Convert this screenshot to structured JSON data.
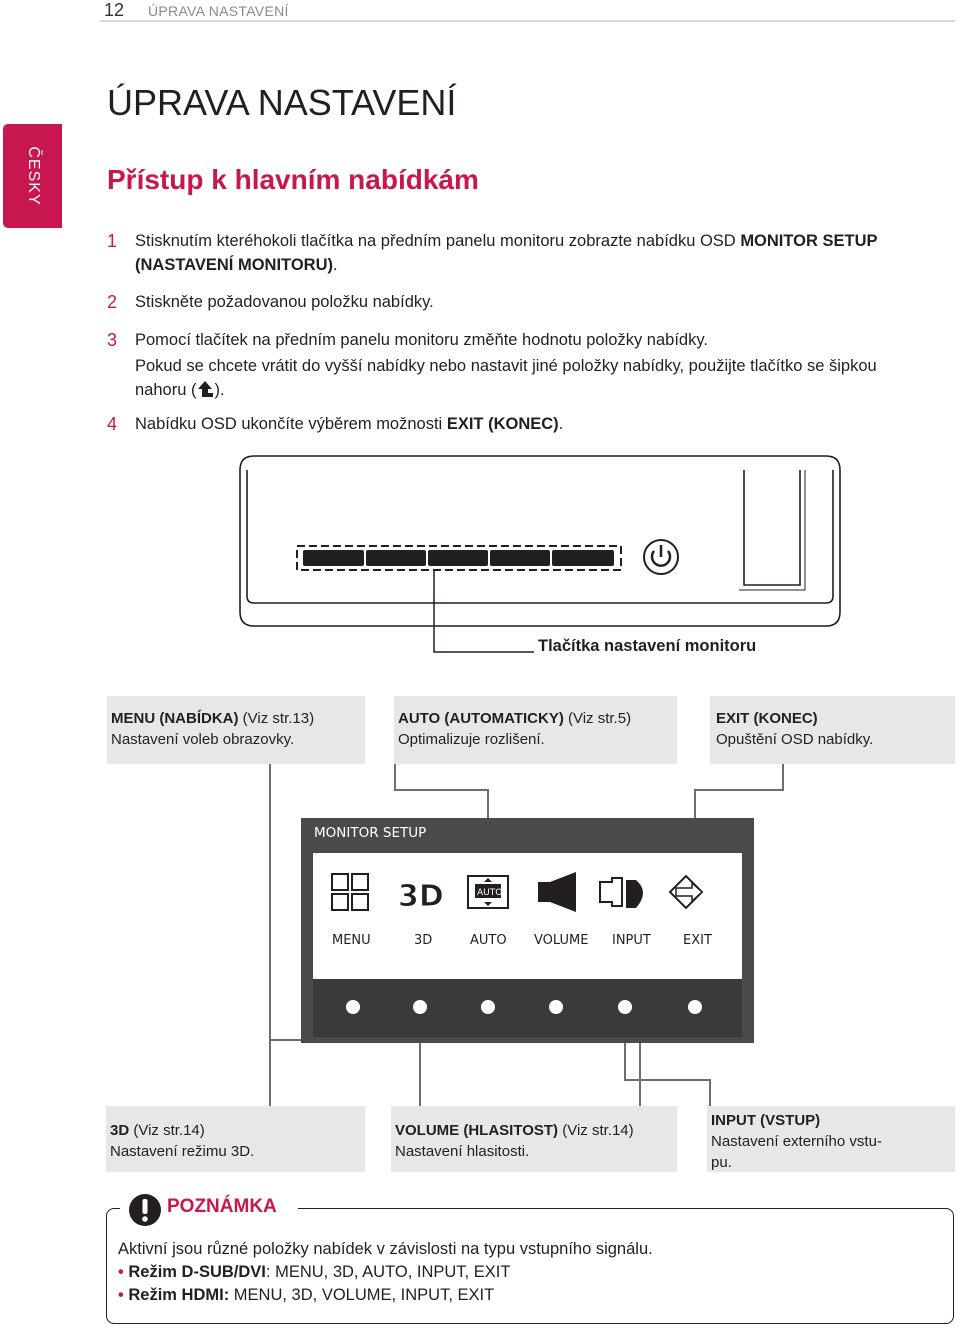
{
  "header": {
    "page_number": "12",
    "running_title": "ÚPRAVA NASTAVENÍ"
  },
  "language_tab": "ČESKY",
  "page_title": "ÚPRAVA NASTAVENÍ",
  "section_title": "Přístup k hlavním nabídkám",
  "steps": [
    {
      "num": "1",
      "text_before": "Stisknutím kteréhokoli tlačítka na předním panelu monitoru zobrazte nabídku OSD ",
      "bold": "MONITOR SETUP (NASTAVENÍ MONITORU)",
      "text_after": "."
    },
    {
      "num": "2",
      "text": "Stiskněte požadovanou položku nabídky."
    },
    {
      "num": "3",
      "text": "Pomocí tlačítek na předním panelu monitoru změňte hodnotu položky nabídky.",
      "text2": "Pokud se chcete vrátit do vyšší nabídky nebo nastavit jiné položky nabídky, použijte tlačítko se šipkou",
      "text3_before": "nahoru (",
      "text3_after": ")."
    },
    {
      "num": "4",
      "text_before": "Nabídku OSD ukončíte výběrem možnosti ",
      "bold": "EXIT (KONEC)",
      "text_after": "."
    }
  ],
  "monitor_buttons_label": "Tlačítka nastavení monitoru",
  "callouts_top": [
    {
      "title": "MENU (NABÍDKA)",
      "ref": " (Viz str.13)",
      "desc": "Nastavení voleb obrazovky."
    },
    {
      "title": "AUTO (AUTOMATICKY)",
      "ref": " (Viz str.5)",
      "desc": "Optimalizuje rozlišení."
    },
    {
      "title": "EXIT (KONEC)",
      "ref": "",
      "desc": "Opuštění OSD nabídky."
    }
  ],
  "osd": {
    "title": "MONITOR SETUP",
    "items": [
      "MENU",
      "3D",
      "AUTO",
      "VOLUME",
      "INPUT",
      "EXIT"
    ],
    "icons": [
      "menu-grid-icon",
      "3d-icon",
      "auto-icon",
      "speaker-icon",
      "input-connector-icon",
      "exit-arrow-icon"
    ],
    "auto_icon_text": "AUTO",
    "icon_3d_text": "3D"
  },
  "callouts_bottom": [
    {
      "title": "3D",
      "ref": " (Viz str.14)",
      "desc": "Nastavení režimu 3D."
    },
    {
      "title": "VOLUME (HLASITOST)",
      "ref": " (Viz str.14)",
      "desc": "Nastavení hlasitosti."
    },
    {
      "title": "INPUT (VSTUP)",
      "ref": "",
      "desc": "Nastavení externího vstu-",
      "desc2": "pu."
    }
  ],
  "note": {
    "title": "POZNÁMKA",
    "intro": "Aktivní jsou různé položky nabídek v závislosti na typu vstupního signálu.",
    "bullets": [
      {
        "bold": "Režim D-SUB/DVI",
        "text": ": MENU, 3D, AUTO, INPUT, EXIT"
      },
      {
        "bold": "Režim HDMI:",
        "text": " MENU, 3D, VOLUME, INPUT, EXIT"
      }
    ]
  },
  "colors": {
    "accent": "#c8174f",
    "osd_bg": "#4a4a4c",
    "osd_bottom": "#3a3a3c",
    "callout_bg": "#e7e7e8"
  }
}
